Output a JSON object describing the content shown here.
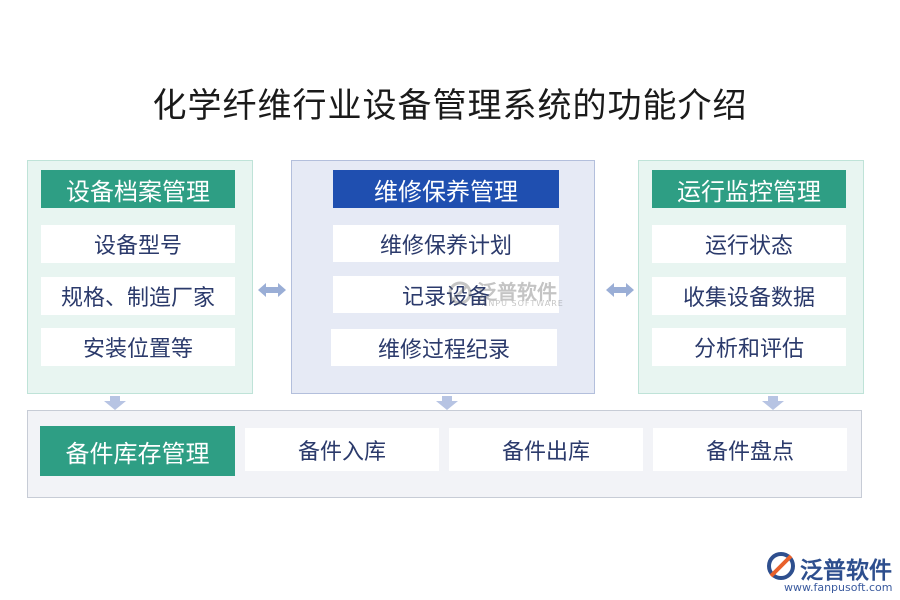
{
  "title": "化学纤维行业设备管理系统的功能介绍",
  "panels": {
    "equipment_archive": {
      "header": "设备档案管理",
      "items": [
        "设备型号",
        "规格、制造厂家",
        "安装位置等"
      ]
    },
    "maintenance": {
      "header": "维修保养管理",
      "items": [
        "维修保养计划",
        "记录设备",
        "维修过程纪录"
      ]
    },
    "operation_monitoring": {
      "header": "运行监控管理",
      "items": [
        "运行状态",
        "收集设备数据",
        "分析和评估"
      ]
    },
    "spare_parts": {
      "header": "备件库存管理",
      "items": [
        "备件入库",
        "备件出库",
        "备件盘点"
      ]
    }
  },
  "watermark": {
    "name": "泛普软件",
    "sub": "FANPU SOFTWARE"
  },
  "logo": {
    "name": "泛普软件",
    "url": "www.fanpusoft.com"
  },
  "colors": {
    "teal": "#2e9e84",
    "navy": "#1f4fb0",
    "item_text": "#2b3a6b",
    "arrow": "#9aaed6"
  }
}
